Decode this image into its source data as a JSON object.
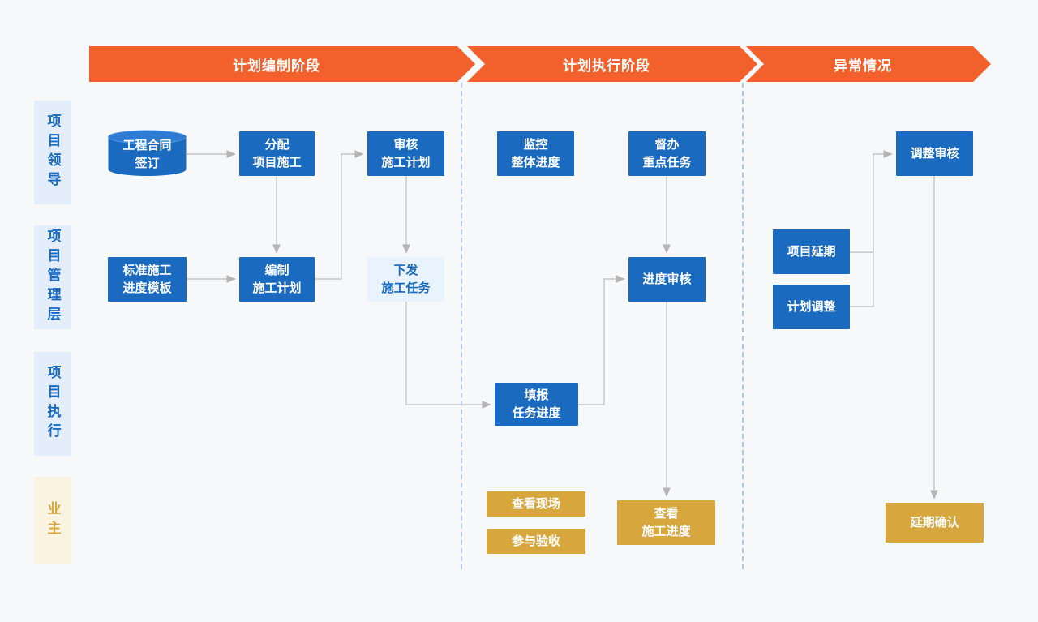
{
  "banners": {
    "phase1": "计划编制阶段",
    "phase2": "计划执行阶段",
    "phase3": "异常情况"
  },
  "lanes": {
    "lane1": "项目领导",
    "lane2": "项目管理层",
    "lane3": "项目执行",
    "lane4": "业主"
  },
  "nodes": {
    "contract_sign": "工程合同\n签订",
    "assign_construction": "分配\n项目施工",
    "review_plan": "审核\n施工计划",
    "standard_template": "标准施工\n进度模板",
    "compile_plan": "编制\n施工计划",
    "dispatch_tasks": "下发\n施工任务",
    "monitor_progress": "监控\n整体进度",
    "supervise_tasks": "督办\n重点任务",
    "progress_review": "进度审核",
    "report_progress": "填报\n任务进度",
    "view_site": "查看现场",
    "join_acceptance": "参与验收",
    "view_construction_progress": "查看\n施工进度",
    "adjust_review": "调整审核",
    "project_delay": "项目延期",
    "plan_adjust": "计划调整",
    "delay_confirm": "延期确认"
  },
  "colors": {
    "banner_orange": "#f2612b",
    "node_blue": "#1a6ac0",
    "node_gold": "#d7a63c",
    "node_light_blue_bg": "#e9f3fd",
    "lane_blue_bg": "#e4eefb",
    "owner_lane_bg": "#faf3e1",
    "connector_gray": "#c6c6c6",
    "separator_blue": "#a9c8ef"
  }
}
